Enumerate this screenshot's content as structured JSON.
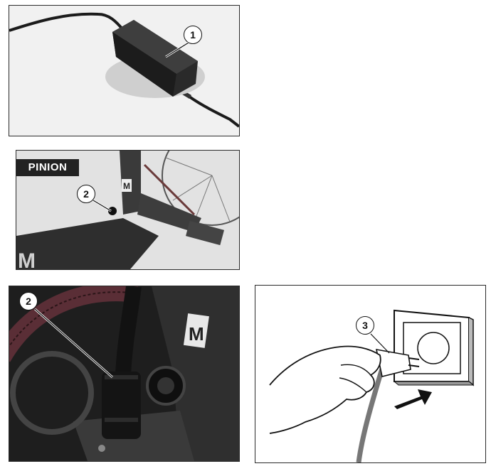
{
  "panels": {
    "charger": {
      "callout": "1"
    },
    "pinion": {
      "badge": "PINION",
      "callout": "2"
    },
    "socket": {
      "callout": "2"
    },
    "wall": {
      "callout": "3"
    }
  }
}
